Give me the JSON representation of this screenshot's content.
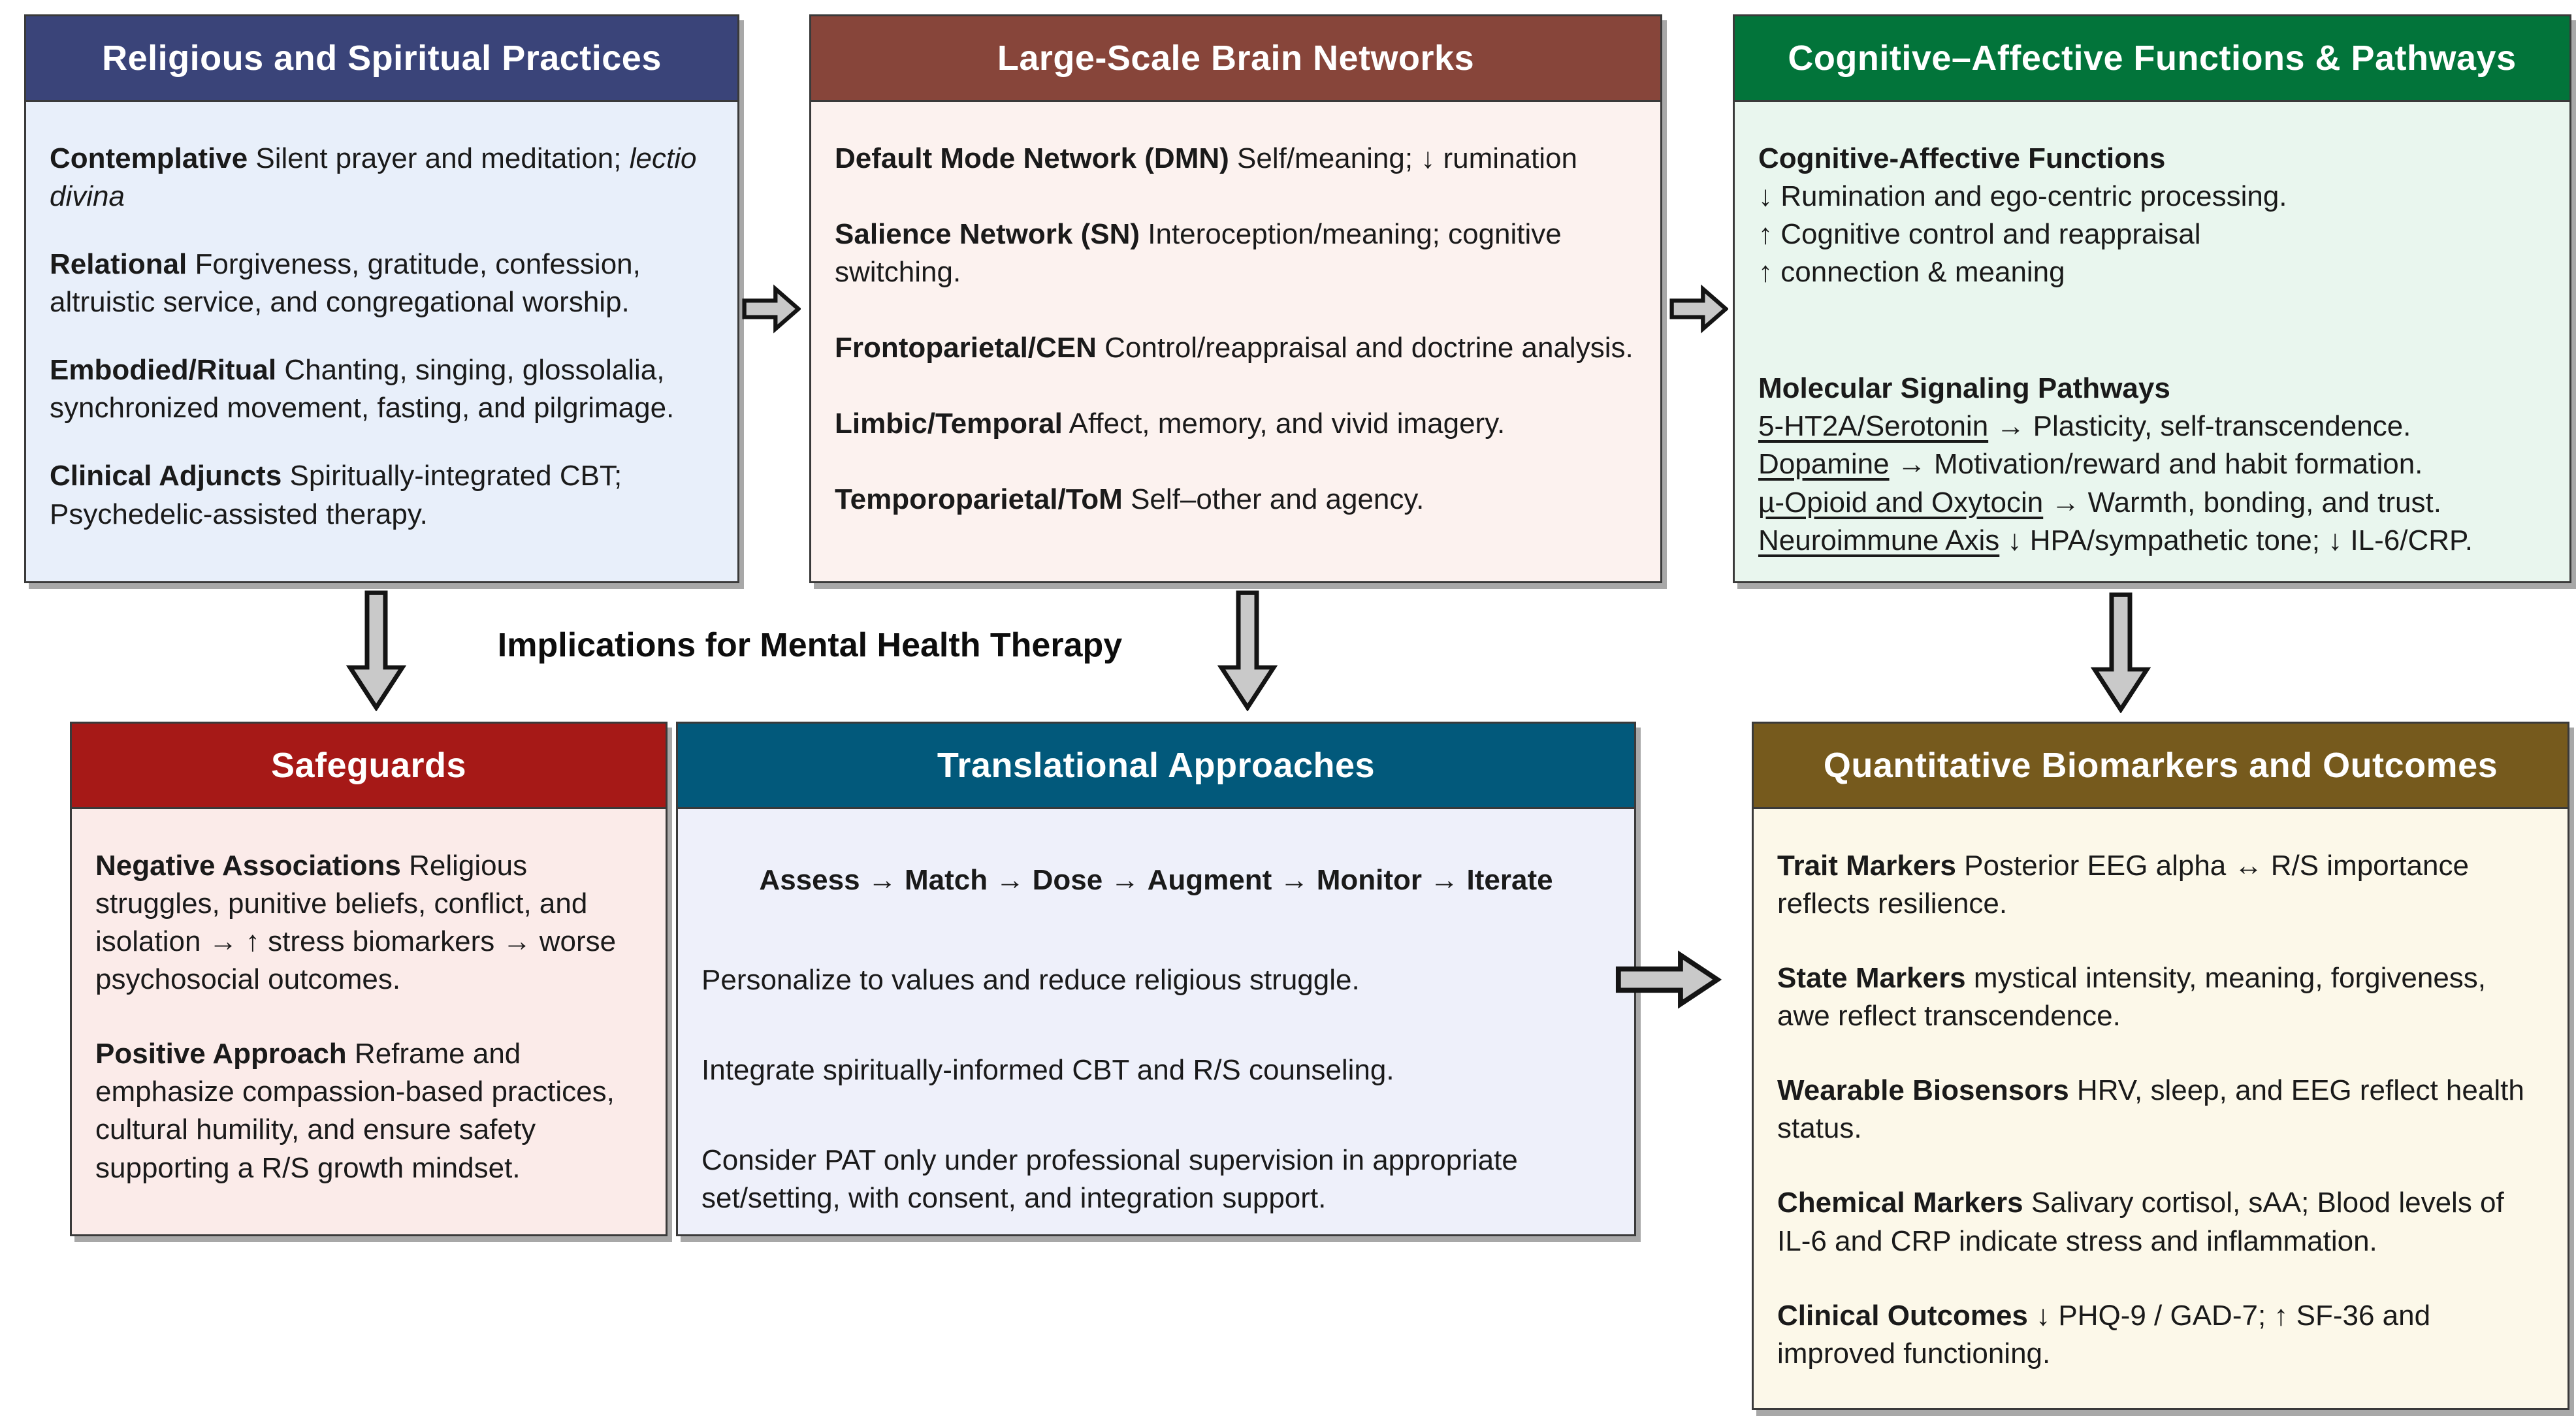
{
  "implications_label": "Implications for Mental Health Therapy",
  "colors": {
    "arrow_fill": "#c9c9c9",
    "arrow_stroke": "#141414"
  },
  "boxes": [
    {
      "id": "practices",
      "title": "Religious and Spiritual Practices",
      "header_color": "#3a4479",
      "body_color": "#e8effa",
      "paragraphs": [
        {
          "runs": [
            {
              "t": "Contemplative",
              "s": "bold"
            },
            {
              "t": " Silent prayer and meditation; ",
              "s": "regular"
            },
            {
              "t": "lectio divina",
              "s": "italic"
            }
          ]
        },
        {
          "runs": [
            {
              "t": "Relational",
              "s": "bold"
            },
            {
              "t": " Forgiveness, gratitude, confession, altruistic service, and congregational worship.",
              "s": "regular"
            }
          ]
        },
        {
          "runs": [
            {
              "t": "Embodied/Ritual",
              "s": "bold"
            },
            {
              "t": " Chanting, singing, glossolalia, synchronized movement, fasting, and pilgrimage.",
              "s": "regular"
            }
          ]
        },
        {
          "runs": [
            {
              "t": "Clinical Adjuncts",
              "s": "bold"
            },
            {
              "t": " Spiritually-integrated CBT; Psychedelic-assisted therapy.",
              "s": "regular"
            }
          ]
        }
      ]
    },
    {
      "id": "networks",
      "title": "Large-Scale Brain Networks",
      "header_color": "#87453a",
      "body_color": "#fcf2ef",
      "paragraphs": [
        {
          "runs": [
            {
              "t": "Default Mode Network (DMN)",
              "s": "bold"
            },
            {
              "t": " Self/meaning; ↓ rumination",
              "s": "regular"
            }
          ]
        },
        {
          "runs": [
            {
              "t": "Salience Network (SN)",
              "s": "bold"
            },
            {
              "t": " Interoception/meaning; cognitive switching.",
              "s": "regular"
            }
          ]
        },
        {
          "runs": [
            {
              "t": "Frontoparietal/CEN",
              "s": "bold"
            },
            {
              "t": " Control/reappraisal and doctrine analysis.",
              "s": "regular"
            }
          ]
        },
        {
          "runs": [
            {
              "t": "Limbic/Temporal",
              "s": "bold"
            },
            {
              "t": " Affect, memory, and vivid imagery.",
              "s": "regular"
            }
          ]
        },
        {
          "runs": [
            {
              "t": "Temporoparietal/ToM",
              "s": "bold"
            },
            {
              "t": " Self–other and agency.",
              "s": "regular"
            }
          ]
        }
      ]
    },
    {
      "id": "cogaffect",
      "title": "Cognitive–Affective Functions & Pathways",
      "header_color": "#02743a",
      "body_color": "#e9f6ee",
      "paragraphs": [
        {
          "runs": [
            {
              "t": "Cognitive-Affective Functions",
              "s": "bold"
            },
            {
              "s": "br"
            },
            {
              "t": "↓ Rumination and ego-centric processing.",
              "s": "regular"
            },
            {
              "s": "br"
            },
            {
              "t": "↑ Cognitive control and reappraisal",
              "s": "regular"
            },
            {
              "s": "br"
            },
            {
              "t": "↑ connection & meaning",
              "s": "regular"
            }
          ]
        },
        {
          "spacer": true
        },
        {
          "runs": [
            {
              "t": "Molecular Signaling Pathways",
              "s": "bold"
            },
            {
              "s": "br"
            },
            {
              "t": "5-HT2A/Serotonin",
              "s": "underline"
            },
            {
              "t": " → Plasticity, self-transcendence.",
              "s": "regular"
            },
            {
              "s": "br"
            },
            {
              "t": "Dopamine",
              "s": "underline"
            },
            {
              "t": " → Motivation/reward and habit formation.",
              "s": "regular"
            },
            {
              "s": "br"
            },
            {
              "t": "µ-Opioid and Oxytocin",
              "s": "underline"
            },
            {
              "t": " → Warmth, bonding, and trust.",
              "s": "regular"
            },
            {
              "s": "br"
            },
            {
              "t": "Neuroimmune Axis",
              "s": "underline"
            },
            {
              "t": " ↓ HPA/sympathetic tone; ↓ IL-6/CRP.",
              "s": "regular"
            }
          ]
        }
      ]
    },
    {
      "id": "safeguards",
      "title": "Safeguards",
      "header_color": "#a61917",
      "body_color": "#fbebe9",
      "paragraphs": [
        {
          "runs": [
            {
              "t": "Negative Associations",
              "s": "bold"
            },
            {
              "t": " Religious struggles, punitive beliefs, conflict, and isolation → ↑ stress biomarkers → worse psychosocial outcomes.",
              "s": "regular"
            }
          ]
        },
        {
          "runs": [
            {
              "t": "Positive Approach",
              "s": "bold"
            },
            {
              "t": " Reframe and emphasize compassion-based practices, cultural humility, and ensure safety supporting a R/S growth mindset.",
              "s": "regular"
            }
          ]
        }
      ]
    },
    {
      "id": "translational",
      "title": "Translational Approaches",
      "header_color": "#02597b",
      "body_color": "#eef0fa",
      "paragraphs": [
        {
          "align": "center",
          "runs": [
            {
              "t": "Assess",
              "s": "bold"
            },
            {
              "t": " → ",
              "s": "regular"
            },
            {
              "t": "Match",
              "s": "bold"
            },
            {
              "t": " → ",
              "s": "regular"
            },
            {
              "t": "Dose",
              "s": "bold"
            },
            {
              "t": " → ",
              "s": "regular"
            },
            {
              "t": "Augment",
              "s": "bold"
            },
            {
              "t": " → ",
              "s": "regular"
            },
            {
              "t": "Monitor",
              "s": "bold"
            },
            {
              "t": " → ",
              "s": "regular"
            },
            {
              "t": "Iterate",
              "s": "bold"
            }
          ]
        },
        {
          "runs": [
            {
              "t": "Personalize to values and reduce religious struggle.",
              "s": "regular"
            }
          ]
        },
        {
          "runs": [
            {
              "t": "Integrate spiritually-informed CBT and R/S counseling.",
              "s": "regular"
            }
          ]
        },
        {
          "runs": [
            {
              "t": "Consider PAT only under professional supervision in appropriate set/setting, with consent, and integration support.",
              "s": "regular"
            }
          ]
        }
      ]
    },
    {
      "id": "biomarkers",
      "title": "Quantitative Biomarkers and Outcomes",
      "header_color": "#765a1d",
      "body_color": "#fcf8e9",
      "paragraphs": [
        {
          "runs": [
            {
              "t": "Trait Markers",
              "s": "bold"
            },
            {
              "t": " Posterior EEG alpha ↔ R/S importance reflects resilience.",
              "s": "regular"
            }
          ]
        },
        {
          "runs": [
            {
              "t": "State Markers",
              "s": "bold"
            },
            {
              "t": " mystical intensity, meaning, forgiveness, awe reflect transcendence.",
              "s": "regular"
            }
          ]
        },
        {
          "runs": [
            {
              "t": "Wearable Biosensors",
              "s": "bold"
            },
            {
              "t": " HRV, sleep, and EEG reflect health status.",
              "s": "regular"
            }
          ]
        },
        {
          "runs": [
            {
              "t": "Chemical Markers",
              "s": "bold"
            },
            {
              "t": " Salivary cortisol, sAA; Blood levels of IL-6 and CRP indicate stress and inflammation.",
              "s": "regular"
            }
          ]
        },
        {
          "runs": [
            {
              "t": "Clinical Outcomes",
              "s": "bold"
            },
            {
              "t": " ↓ PHQ-9 / GAD-7; ↑ SF-36 and improved functioning.",
              "s": "regular"
            }
          ]
        }
      ]
    }
  ],
  "arrows": [
    {
      "name": "arrow-practices-to-networks",
      "direction": "right"
    },
    {
      "name": "arrow-networks-to-cogaffect",
      "direction": "right"
    },
    {
      "name": "arrow-practices-to-safeguards",
      "direction": "down"
    },
    {
      "name": "arrow-networks-to-translational",
      "direction": "down"
    },
    {
      "name": "arrow-cogaffect-to-biomarkers",
      "direction": "down"
    },
    {
      "name": "arrow-translational-to-biomarkers",
      "direction": "right"
    }
  ]
}
